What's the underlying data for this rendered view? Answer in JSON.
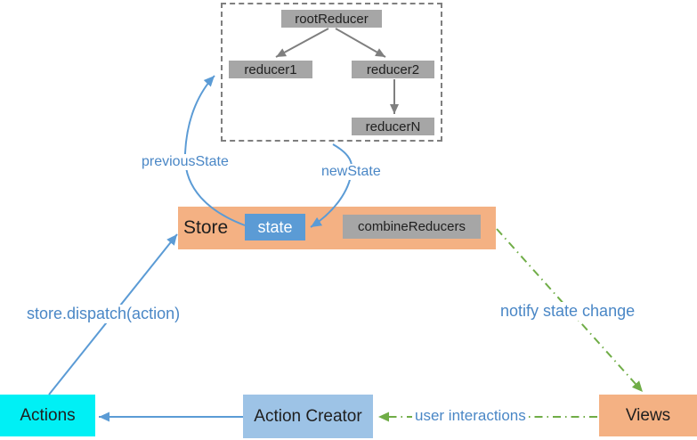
{
  "colors": {
    "orange": "#F4B183",
    "blue-box": "#5B9BD5",
    "light-blue": "#9DC3E6",
    "cyan": "#00F0F5",
    "gray-box": "#A6A6A6",
    "gray-line": "#7F7F7F",
    "green": "#70AD47",
    "blue-line": "#5B9BD5",
    "text-blue": "#4A87C6",
    "text-dark": "#1F1F1F",
    "bg": "#FFFFFF"
  },
  "nodes": {
    "root_reducer": "rootReducer",
    "reducer1": "reducer1",
    "reducer2": "reducer2",
    "reducerN": "reducerN",
    "store": "Store",
    "state": "state",
    "combine_reducers": "combineReducers",
    "actions": "Actions",
    "action_creator": "Action Creator",
    "views": "Views"
  },
  "labels": {
    "previous_state": "previousState",
    "new_state": "newState",
    "dispatch": "store.dispatch(action)",
    "notify": "notify state change",
    "user_interactions": "user interactions"
  }
}
